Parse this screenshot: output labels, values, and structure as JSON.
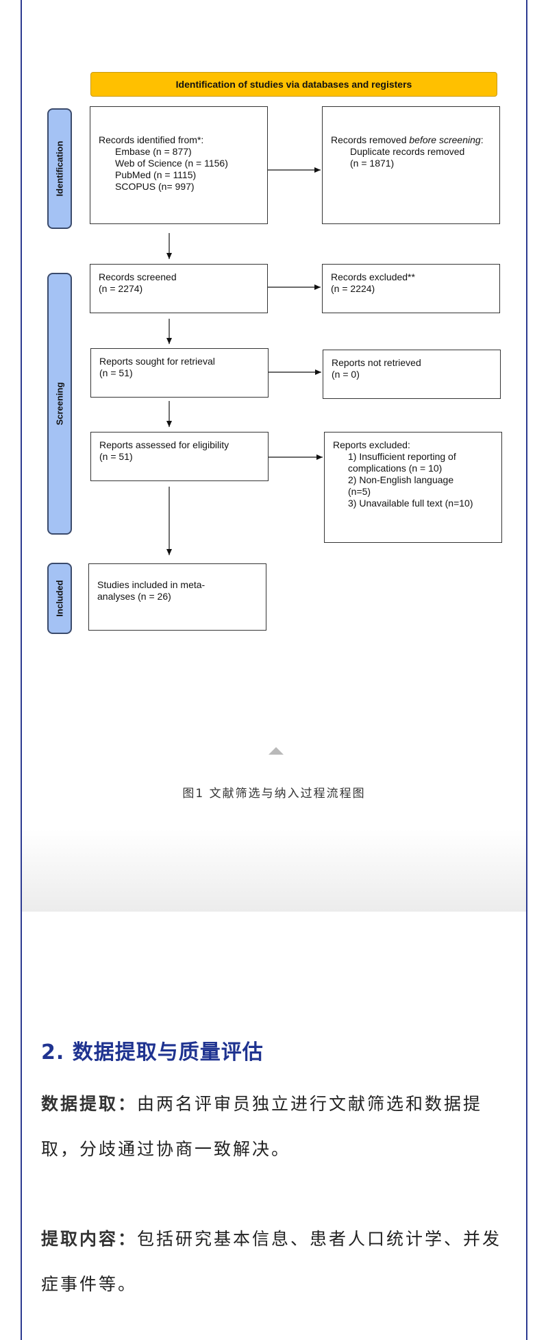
{
  "flowchart": {
    "banner": "Identification of studies via databases and registers",
    "phases": [
      "Identification",
      "Screening",
      "Included"
    ],
    "identified": {
      "title": "Records identified from*:",
      "sources": [
        "Embase (n = 877)",
        "Web of Science (n = 1156)",
        "PubMed (n = 1115)",
        "SCOPUS (n= 997)"
      ]
    },
    "removed": {
      "prefix": "Records removed ",
      "italic": "before screening",
      "suffix": ":",
      "line1": "Duplicate records removed",
      "line2": "(n = 1871)"
    },
    "screened": {
      "title": "Records screened",
      "n": "(n = 2274)"
    },
    "excluded": {
      "title": "Records excluded**",
      "n": "(n = 2224)"
    },
    "sought": {
      "title": "Reports sought for retrieval",
      "n": "(n = 51)"
    },
    "not_retrieved": {
      "title": "Reports not retrieved",
      "n": "(n = 0)"
    },
    "assessed": {
      "title": "Reports assessed for eligibility",
      "n": "(n = 51)"
    },
    "reports_excluded": {
      "title": "Reports excluded:",
      "lines": [
        "1) Insufficient reporting of",
        "complications (n = 10)",
        "2) Non-English language",
        "(n=5)",
        "3) Unavailable full text (n=10)"
      ]
    },
    "included": {
      "line1": "Studies included in meta-",
      "line2": "analyses (n = 26)"
    }
  },
  "caption": "图1  文献筛选与纳入过程流程图",
  "section": {
    "title": "2. 数据提取与质量评估",
    "p1_label": "数据提取：",
    "p1_text": "由两名评审员独立进行文献筛选和数据提取，分歧通过协商一致解决。",
    "p2_label": "提取内容：",
    "p2_text": "包括研究基本信息、患者人口统计学、并发症事件等。"
  },
  "colors": {
    "frame": "#2b3990",
    "banner": "#ffc000",
    "phase": "#a4c2f4",
    "title": "#1f3390"
  },
  "icons": [
    "up-triangle-icon"
  ]
}
